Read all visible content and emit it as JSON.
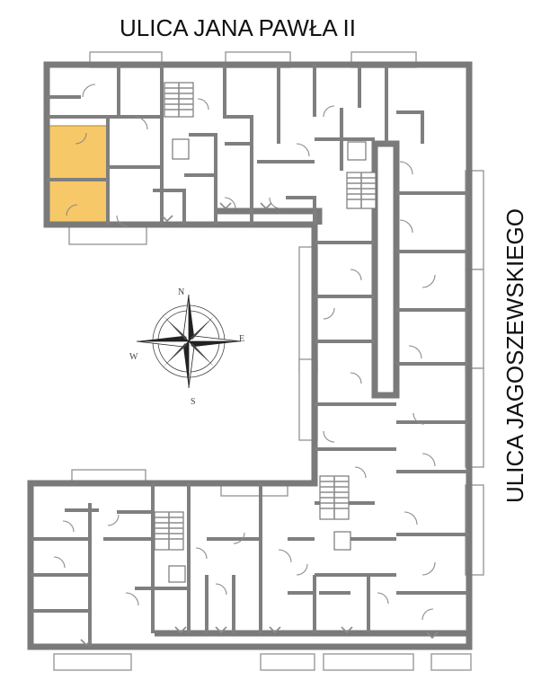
{
  "streets": {
    "north": "ULICA  JANA PAWŁA II",
    "east": "ULICA  JAGOSZEWSKIEGO"
  },
  "compass": {
    "n": "N",
    "e": "E",
    "s": "S",
    "w": "W"
  },
  "colors": {
    "highlight": "#f7c867",
    "walls": "#7a7a7a",
    "background": "#ffffff"
  }
}
